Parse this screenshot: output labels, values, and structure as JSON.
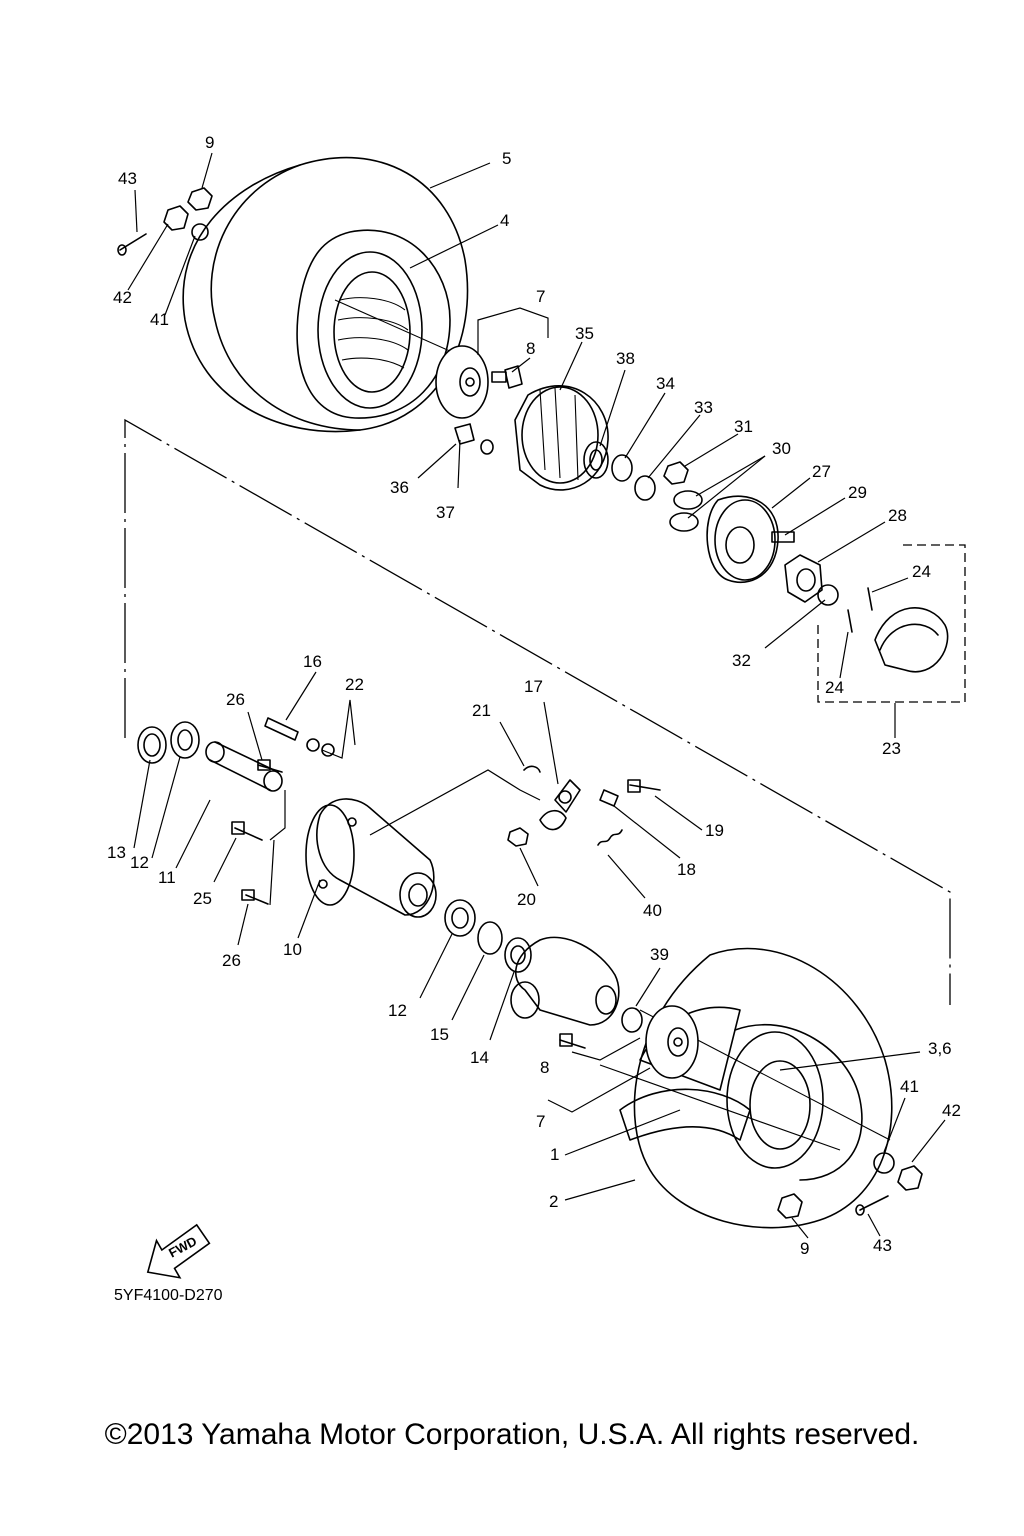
{
  "diagram": {
    "code": "5YF4100-D270",
    "fwd_label": "FWD",
    "callouts": {
      "c1": "1",
      "c2": "2",
      "c3_6": "3,6",
      "c4": "4",
      "c5": "5",
      "c7a": "7",
      "c7b": "7",
      "c8a": "8",
      "c8b": "8",
      "c9a": "9",
      "c9b": "9",
      "c10": "10",
      "c11": "11",
      "c12a": "12",
      "c12b": "12",
      "c13": "13",
      "c14": "14",
      "c15": "15",
      "c16": "16",
      "c17": "17",
      "c18": "18",
      "c19": "19",
      "c20": "20",
      "c21": "21",
      "c22": "22",
      "c23": "23",
      "c24a": "24",
      "c24b": "24",
      "c25": "25",
      "c26a": "26",
      "c26b": "26",
      "c27": "27",
      "c28": "28",
      "c29": "29",
      "c30": "30",
      "c31": "31",
      "c32": "32",
      "c33": "33",
      "c34": "34",
      "c35": "35",
      "c36": "36",
      "c37": "37",
      "c38": "38",
      "c39": "39",
      "c40": "40",
      "c41a": "41",
      "c41b": "41",
      "c42a": "42",
      "c42b": "42",
      "c43a": "43",
      "c43b": "43"
    }
  },
  "footer": {
    "copyright": "©2013 Yamaha Motor Corporation, U.S.A. All rights reserved."
  }
}
